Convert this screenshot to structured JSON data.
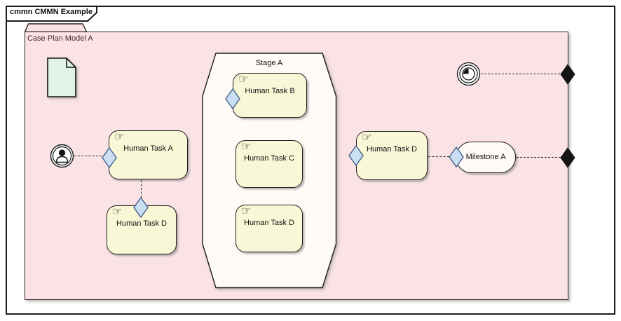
{
  "frame": {
    "label": "cmmn CMMN Example"
  },
  "case_plan": {
    "label": "Case Plan Model A"
  },
  "stage": {
    "label": "Stage A"
  },
  "tasks": {
    "task_a": {
      "label": "Human Task A"
    },
    "task_d_left": {
      "label": "Human Task D"
    },
    "task_b": {
      "label": "Human Task B"
    },
    "task_c": {
      "label": "Human Task C"
    },
    "task_d_stage": {
      "label": "Human Task D"
    },
    "task_d_right": {
      "label": "Human Task D"
    }
  },
  "milestone": {
    "label": "Milestone A"
  },
  "glyphs": {
    "hand": "☞"
  },
  "icons": {
    "case_file_item": "document-icon",
    "role": "person-icon",
    "timer_event": "clock-icon",
    "manual_task_marker": "hand-icon",
    "entry_criterion": "diamond-sentry-icon",
    "exit_criterion": "black-diamond-sentry-icon"
  },
  "colors": {
    "case_plan_fill": "#FBE3E5",
    "task_fill": "#F8F7D6",
    "stage_fill": "#FEFAF5",
    "milestone_fill": "#FEFBF6",
    "document_fill": "#E1F2E8",
    "entry_sentry_fill": "#CBDFF4",
    "entry_sentry_border": "#44608A",
    "exit_sentry_fill": "#151515",
    "frame_border": "#1c1c1c"
  }
}
